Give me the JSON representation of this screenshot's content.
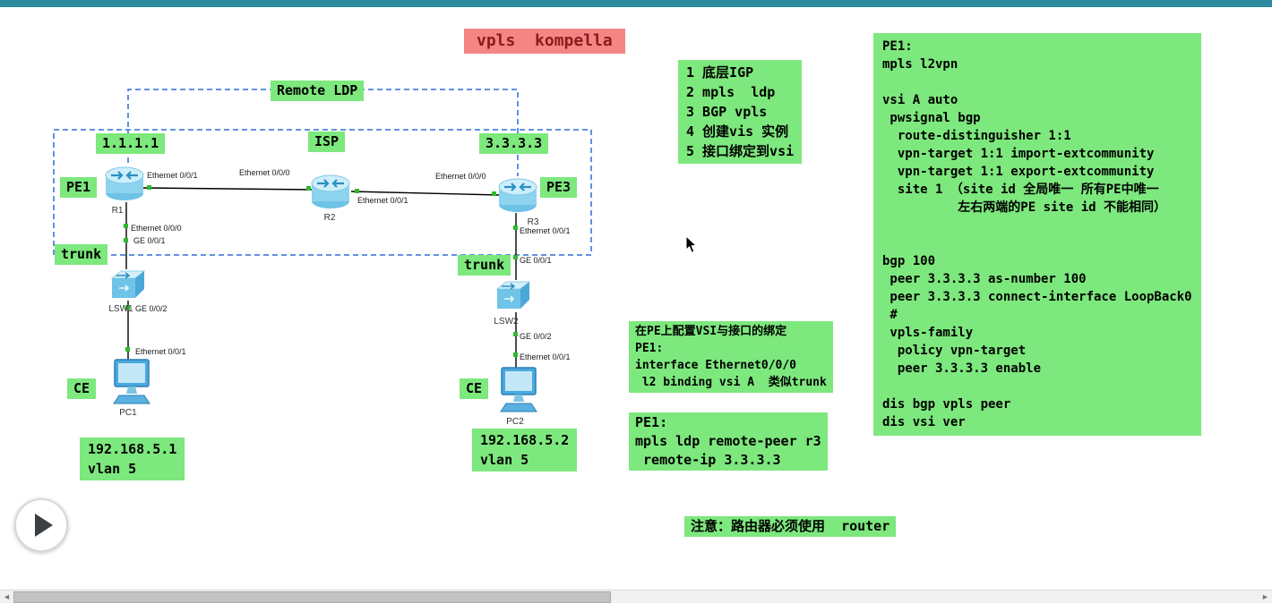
{
  "colors": {
    "titlebar": "#2e8b9d",
    "annotation_green": "#7de87d",
    "annotation_red_bg": "#f58585",
    "annotation_red_text": "#8b1a1a",
    "dashed_blue": "#2f6fd4",
    "interface_dot_green": "#2eba2e"
  },
  "annotations": {
    "title": "vpls  kompella",
    "remote_ldp": "Remote LDP",
    "isp": "ISP",
    "r1_loopback": "1.1.1.1",
    "r3_loopback": "3.3.3.3",
    "pe1": "PE1",
    "pe3": "PE3",
    "trunk_left": "trunk",
    "trunk_right": "trunk",
    "ce_left": "CE",
    "ce_right": "CE",
    "pc1_addr": "192.168.5.1\nvlan 5",
    "pc2_addr": "192.168.5.2\nvlan 5",
    "steps": "1 底层IGP\n2 mpls  ldp\n3 BGP vpls\n4 创建vis 实例\n5 接口绑定到vsi",
    "vsi_binding": "在PE上配置VSI与接口的绑定\nPE1:\ninterface Ethernet0/0/0\n l2 binding vsi A  类似trunk",
    "remote_peer": "PE1:\nmpls ldp remote-peer r3\n remote-ip 3.3.3.3",
    "pe1_config": "PE1:\nmpls l2vpn\n\nvsi A auto\n pwsignal bgp\n  route-distinguisher 1:1\n  vpn-target 1:1 import-extcommunity\n  vpn-target 1:1 export-extcommunity\n  site 1 （site id 全局唯一 所有PE中唯一\n          左右两端的PE site id 不能相同）\n\n\nbgp 100\n peer 3.3.3.3 as-number 100\n peer 3.3.3.3 connect-interface LoopBack0\n #\n vpls-family\n  policy vpn-target\n  peer 3.3.3.3 enable\n\ndis bgp vpls peer\ndis vsi ver",
    "bottom_note": "注意：路由器必须使用  router"
  },
  "devices": {
    "r1": "R1",
    "r2": "R2",
    "r3": "R3",
    "lsw1": "LSW1",
    "lsw2": "LSW2",
    "pc1": "PC1",
    "pc2": "PC2"
  },
  "interface_labels": [
    "Ethernet 0/0/1",
    "Ethernet 0/0/0",
    "Ethernet 0/0/1",
    "Ethernet 0/0/0",
    "Ethernet 0/0/0",
    "GE 0/0/1",
    "Ethernet 0/0/1",
    "GE 0/0/1",
    "GE 0/0/2",
    "Ethernet 0/0/1",
    "GE 0/0/2",
    "Ethernet 0/0/1"
  ]
}
